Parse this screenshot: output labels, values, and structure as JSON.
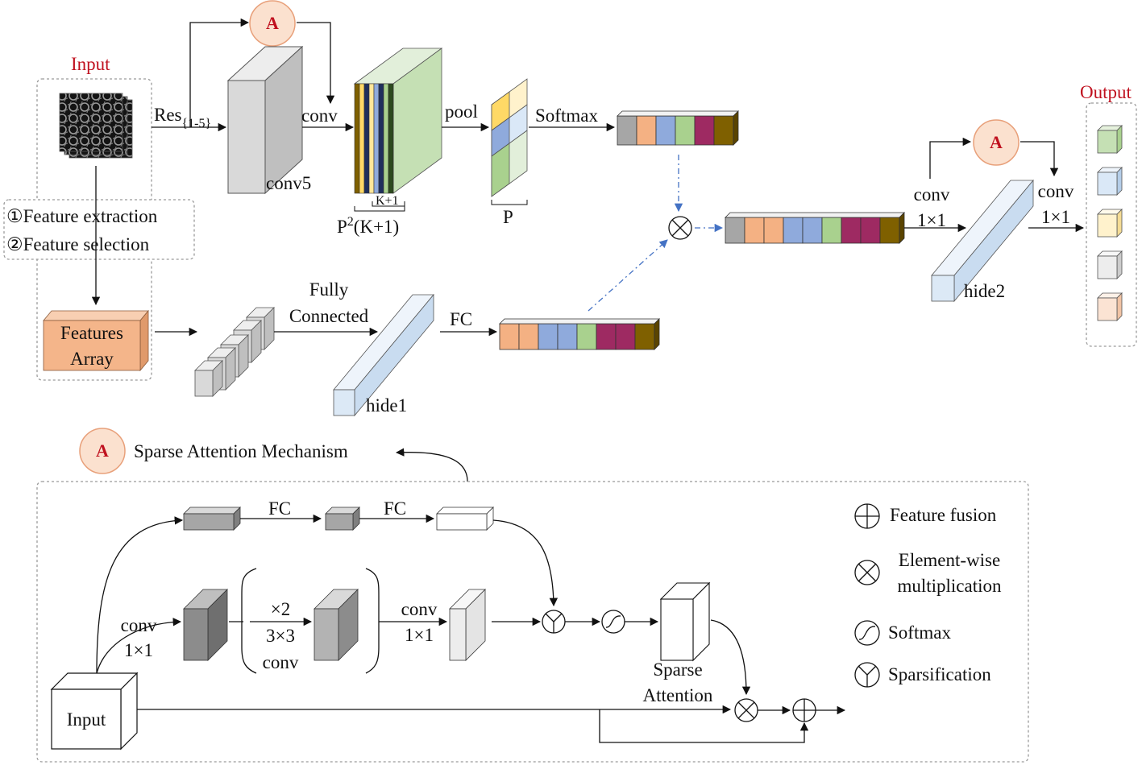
{
  "top": {
    "input_title": "Input",
    "output_title": "Output",
    "res_label": "Res",
    "res_sub": "{1-5}",
    "conv_label": "conv",
    "conv5_label": "conv5",
    "k1_label": "K+1",
    "p2k1_main": "P",
    "p2k1_sup": "2",
    "p2k1_rest": "(K+1)",
    "pool_label": "pool",
    "p_label": "P",
    "softmax_label": "Softmax",
    "step1": "①Feature extraction",
    "step2": "②Feature selection",
    "features_array_line1": "Features",
    "features_array_line2": "Array",
    "fully_connected_line1": "Fully",
    "fully_connected_line2": "Connected",
    "hide1_label": "hide1",
    "fc_label": "FC",
    "conv1x1_left_line1": "conv",
    "conv1x1_left_line2": "1×1",
    "conv1x1_right_line1": "conv",
    "conv1x1_right_line2": "1×1",
    "hide2_label": "hide2",
    "attention_badge": "A"
  },
  "bottom": {
    "badge": "A",
    "title": "Sparse Attention Mechanism",
    "fc1": "FC",
    "fc2": "FC",
    "conv_line1": "conv",
    "conv_line2": "1×1",
    "repeat_line1": "×2",
    "repeat_line2": "3×3",
    "repeat_line3": "conv",
    "conv2_line1": "conv",
    "conv2_line2": "1×1",
    "sparse_line1": "Sparse",
    "sparse_line2": "Attention",
    "input_label": "Input"
  },
  "legend": {
    "fusion": "Feature fusion",
    "mult_line1": "Element-wise",
    "mult_line2": "multiplication",
    "softmax": "Softmax",
    "sparsification": "Sparsification"
  },
  "colors": {
    "title_red": "#c0111f",
    "badge_fill": "#fbe1cf",
    "badge_stroke": "#e8a07a",
    "features_array": "#f4b58a",
    "block_gray": "#d9d9d9",
    "light_blue": "#dce9f6",
    "dashdot_blue": "#4472c4",
    "cell_gray": "#a6a6a6",
    "cell_orange": "#f4b183",
    "cell_blue": "#8faadc",
    "cell_green": "#a9d18e",
    "cell_purple": "#9e2a62",
    "cell_brown": "#7f6000",
    "out_green": "#c5e0b4",
    "out_blue": "#dae8f7",
    "out_yellow": "#fff2cc",
    "out_gray": "#ededed",
    "out_peach": "#fbe3d3"
  }
}
